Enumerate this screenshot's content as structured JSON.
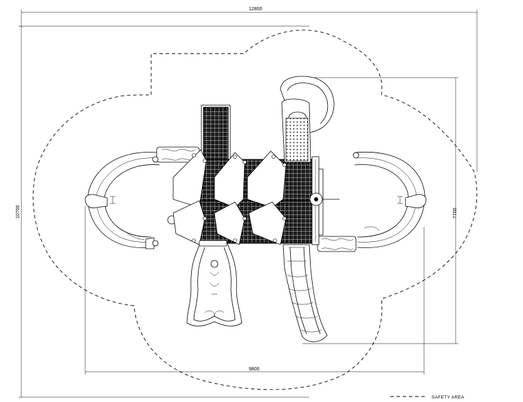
{
  "dimensions": {
    "overall_width": "12800",
    "overall_depth": "10700",
    "equipment_width": "9800",
    "equipment_depth": "7700"
  },
  "legend": {
    "safety_area_label": "SAFETY AREA"
  }
}
